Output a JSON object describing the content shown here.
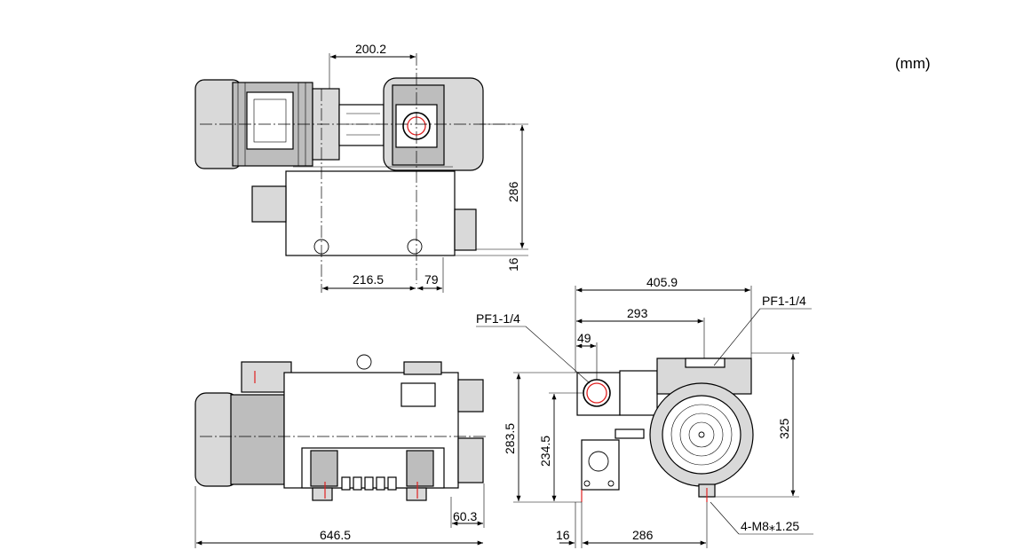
{
  "unit_label": "(mm)",
  "top_view": {
    "dim_top": "200.2",
    "dim_height": "286",
    "dim_base_offset": "16",
    "dim_bottom_left": "216.5",
    "dim_bottom_right": "79"
  },
  "front_view": {
    "dim_overall_length": "646.5",
    "dim_small": "60.3"
  },
  "side_view": {
    "dim_overall_width": "405.9",
    "dim_inner_width": "293",
    "dim_port_offset": "49",
    "label_port_left": "PF1-1/4",
    "label_port_right": "PF1-1/4",
    "dim_height_left": "283.5",
    "dim_height_inner": "234.5",
    "dim_height_right": "325",
    "dim_bottom_small": "16",
    "dim_bottom_main": "286",
    "label_bolts": "4-M8⁎1.25"
  }
}
